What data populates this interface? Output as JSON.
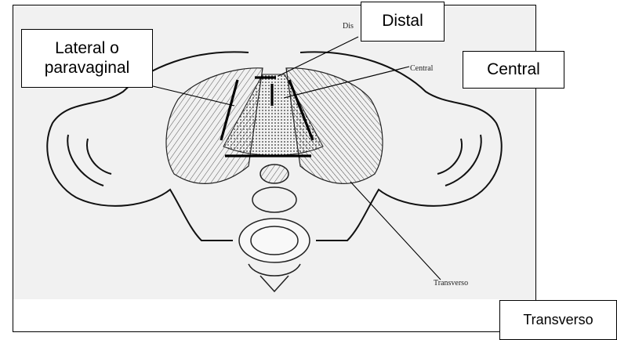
{
  "labels": {
    "lateral_line1": "Lateral o",
    "lateral_line2": "paravaginal",
    "distal": "Distal",
    "central": "Central",
    "transverso": "Transverso"
  },
  "illustration_text": {
    "distal_small": "Dis",
    "central_small": "Central",
    "transverso_small": "Transverso"
  }
}
